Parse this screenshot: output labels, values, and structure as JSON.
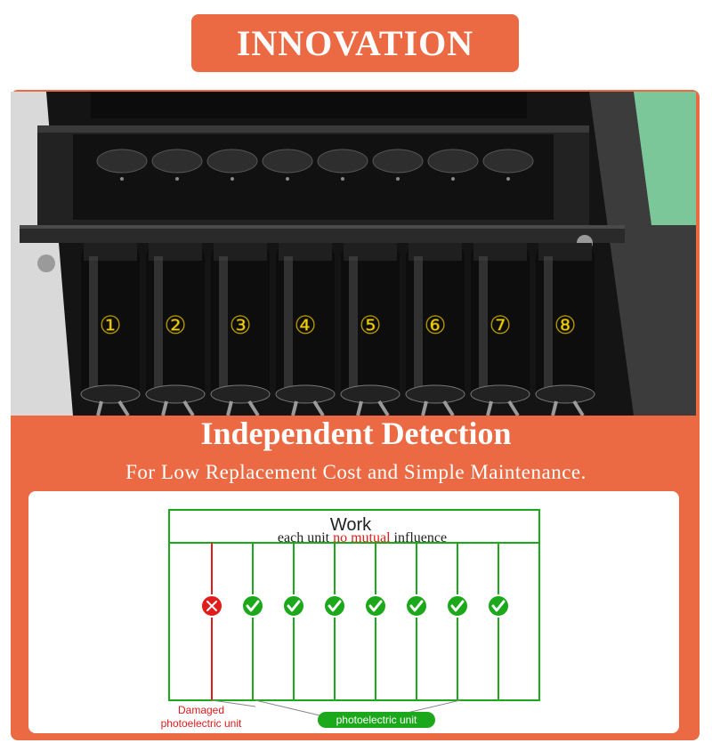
{
  "header": {
    "title": "INNOVATION"
  },
  "photo": {
    "unit_numbers": [
      "①",
      "②",
      "③",
      "④",
      "⑤",
      "⑥",
      "⑦",
      "⑧"
    ]
  },
  "headline": "Independent Detection",
  "subline": "For Low Replacement Cost and Simple Maintenance.",
  "diagram": {
    "work_label": "Work",
    "sub_prefix": "each unit ",
    "sub_highlight": "no mutual",
    "sub_suffix": " influence",
    "damaged_line1": "Damaged",
    "damaged_line2": "photoelectric unit",
    "pe_label": "photoelectric unit",
    "unit_status": [
      "fail",
      "ok",
      "ok",
      "ok",
      "ok",
      "ok",
      "ok",
      "ok"
    ],
    "colors": {
      "green": "#1ba91b",
      "red": "#e21b1b",
      "accent": "#eb6a43"
    }
  }
}
